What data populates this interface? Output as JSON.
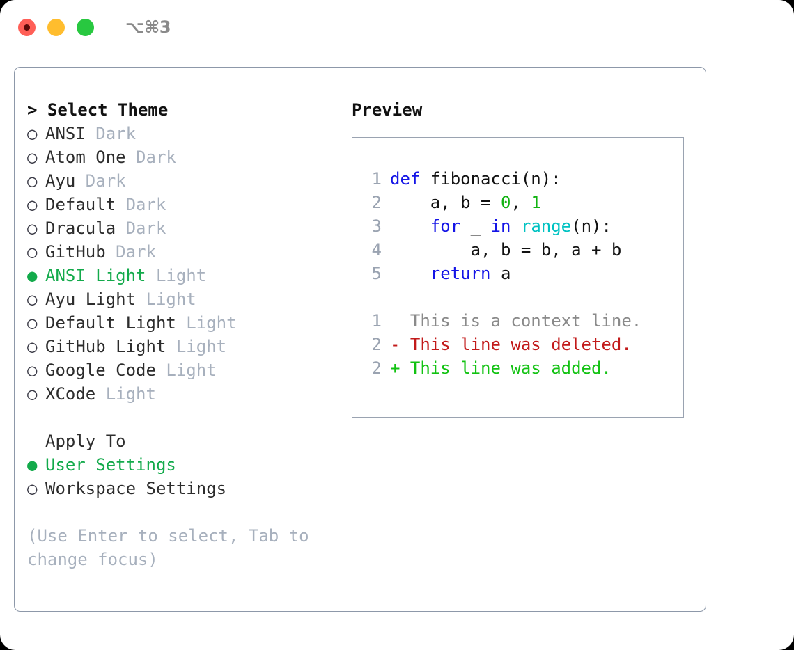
{
  "window": {
    "traffic_lights": [
      {
        "name": "close",
        "color": "#ff5f57"
      },
      {
        "name": "minimize",
        "color": "#ffbd2e"
      },
      {
        "name": "zoom",
        "color": "#28c840"
      }
    ],
    "shortcut": "⌥⌘3"
  },
  "colors": {
    "selected_green": "#13aa4b",
    "muted_gray": "#a7b0bd",
    "text": "#2c2c2c",
    "border": "#8d98a9",
    "keyword_blue": "#1414e6",
    "function_cyan": "#00c2c2",
    "number_green": "#12b312",
    "diff_delete_red": "#c21a1a",
    "diff_add_green": "#12c212"
  },
  "theme_picker": {
    "caret": ">",
    "title": "Select Theme",
    "bullet_selected": "●",
    "bullet_unselected": "○",
    "items": [
      {
        "name": "ANSI",
        "variant": "Dark",
        "selected": false
      },
      {
        "name": "Atom One",
        "variant": "Dark",
        "selected": false
      },
      {
        "name": "Ayu",
        "variant": "Dark",
        "selected": false
      },
      {
        "name": "Default",
        "variant": "Dark",
        "selected": false
      },
      {
        "name": "Dracula",
        "variant": "Dark",
        "selected": false
      },
      {
        "name": "GitHub",
        "variant": "Dark",
        "selected": false
      },
      {
        "name": "ANSI Light",
        "variant": "Light",
        "selected": true
      },
      {
        "name": "Ayu Light",
        "variant": "Light",
        "selected": false
      },
      {
        "name": "Default Light",
        "variant": "Light",
        "selected": false
      },
      {
        "name": "GitHub Light",
        "variant": "Light",
        "selected": false
      },
      {
        "name": "Google Code",
        "variant": "Light",
        "selected": false
      },
      {
        "name": "XCode",
        "variant": "Light",
        "selected": false
      }
    ]
  },
  "apply_to": {
    "title": "Apply To",
    "options": [
      {
        "label": "User Settings",
        "selected": true
      },
      {
        "label": "Workspace Settings",
        "selected": false
      }
    ]
  },
  "hint": "(Use Enter to select, Tab to change focus)",
  "preview": {
    "label": "Preview",
    "code_lines": [
      {
        "num": "1",
        "tokens": [
          {
            "t": "def",
            "c": "kw"
          },
          {
            "t": " fibonacci(n):",
            "c": "id"
          }
        ]
      },
      {
        "num": "2",
        "tokens": [
          {
            "t": "    a, b = ",
            "c": "id"
          },
          {
            "t": "0",
            "c": "num"
          },
          {
            "t": ", ",
            "c": "id"
          },
          {
            "t": "1",
            "c": "num"
          }
        ]
      },
      {
        "num": "3",
        "tokens": [
          {
            "t": "    ",
            "c": "id"
          },
          {
            "t": "for",
            "c": "kw"
          },
          {
            "t": " _ ",
            "c": "id"
          },
          {
            "t": "in",
            "c": "kw"
          },
          {
            "t": " ",
            "c": "id"
          },
          {
            "t": "range",
            "c": "fn"
          },
          {
            "t": "(n):",
            "c": "id"
          }
        ]
      },
      {
        "num": "4",
        "tokens": [
          {
            "t": "        a, b = b, a + b",
            "c": "id"
          }
        ]
      },
      {
        "num": "5",
        "tokens": [
          {
            "t": "    ",
            "c": "id"
          },
          {
            "t": "return",
            "c": "kw"
          },
          {
            "t": " a",
            "c": "id"
          }
        ]
      }
    ],
    "diff_lines": [
      {
        "num": "1",
        "marker": "  ",
        "text": "This is a context line.",
        "cls": "ctx"
      },
      {
        "num": "2",
        "marker": "- ",
        "text": "This line was deleted.",
        "cls": "del"
      },
      {
        "num": "2",
        "marker": "+ ",
        "text": "This line was added.",
        "cls": "add"
      }
    ]
  }
}
